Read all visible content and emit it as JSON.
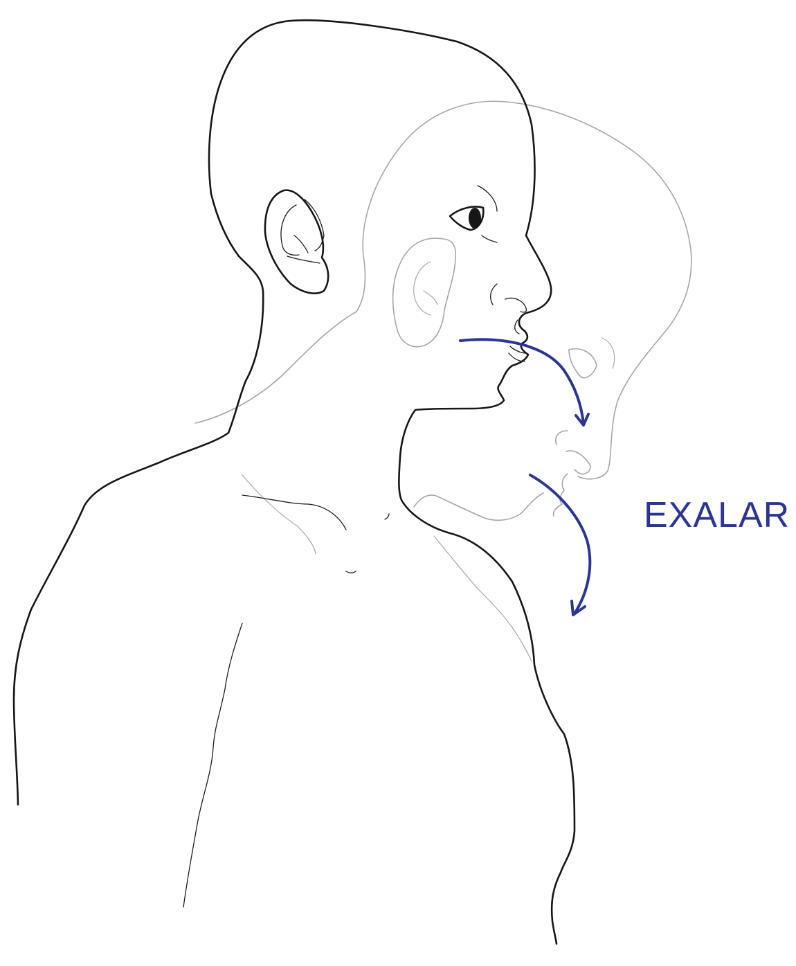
{
  "label": "EXALAR",
  "colors": {
    "arrow": "#2b3592",
    "outline": "#161616",
    "ghost_outline": "#a6a6a6",
    "background": "#ffffff"
  },
  "elements": {
    "upright_figure": "person-upright-profile",
    "ghost_figure": "person-bowed-forward-profile",
    "breath_arrows": [
      "breath-arrow-upper",
      "breath-arrow-lower"
    ]
  }
}
